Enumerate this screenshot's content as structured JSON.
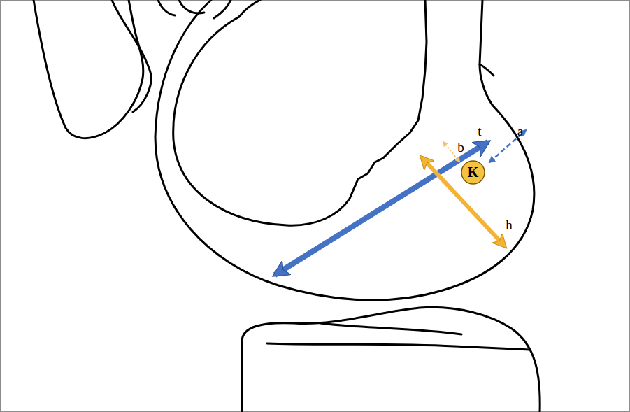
{
  "diagram": {
    "nodes": [
      {
        "text": [
          "K"
        ]
      }
    ],
    "labels": [
      "t",
      "a",
      "b",
      "h"
    ]
  }
}
